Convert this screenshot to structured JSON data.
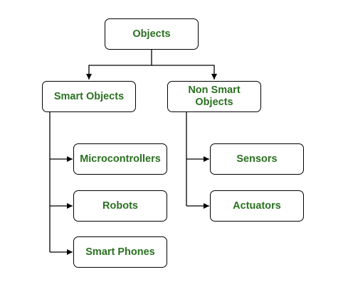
{
  "diagram": {
    "root": {
      "label": "Objects"
    },
    "branches": [
      {
        "label": "Smart Objects",
        "children": [
          {
            "label": "Microcontrollers"
          },
          {
            "label": "Robots"
          },
          {
            "label": "Smart Phones"
          }
        ]
      },
      {
        "label": "Non Smart Objects",
        "children": [
          {
            "label": "Sensors"
          },
          {
            "label": "Actuators"
          }
        ]
      }
    ]
  },
  "colors": {
    "text": "#2a7120",
    "border": "#000000",
    "background": "#ffffff"
  }
}
